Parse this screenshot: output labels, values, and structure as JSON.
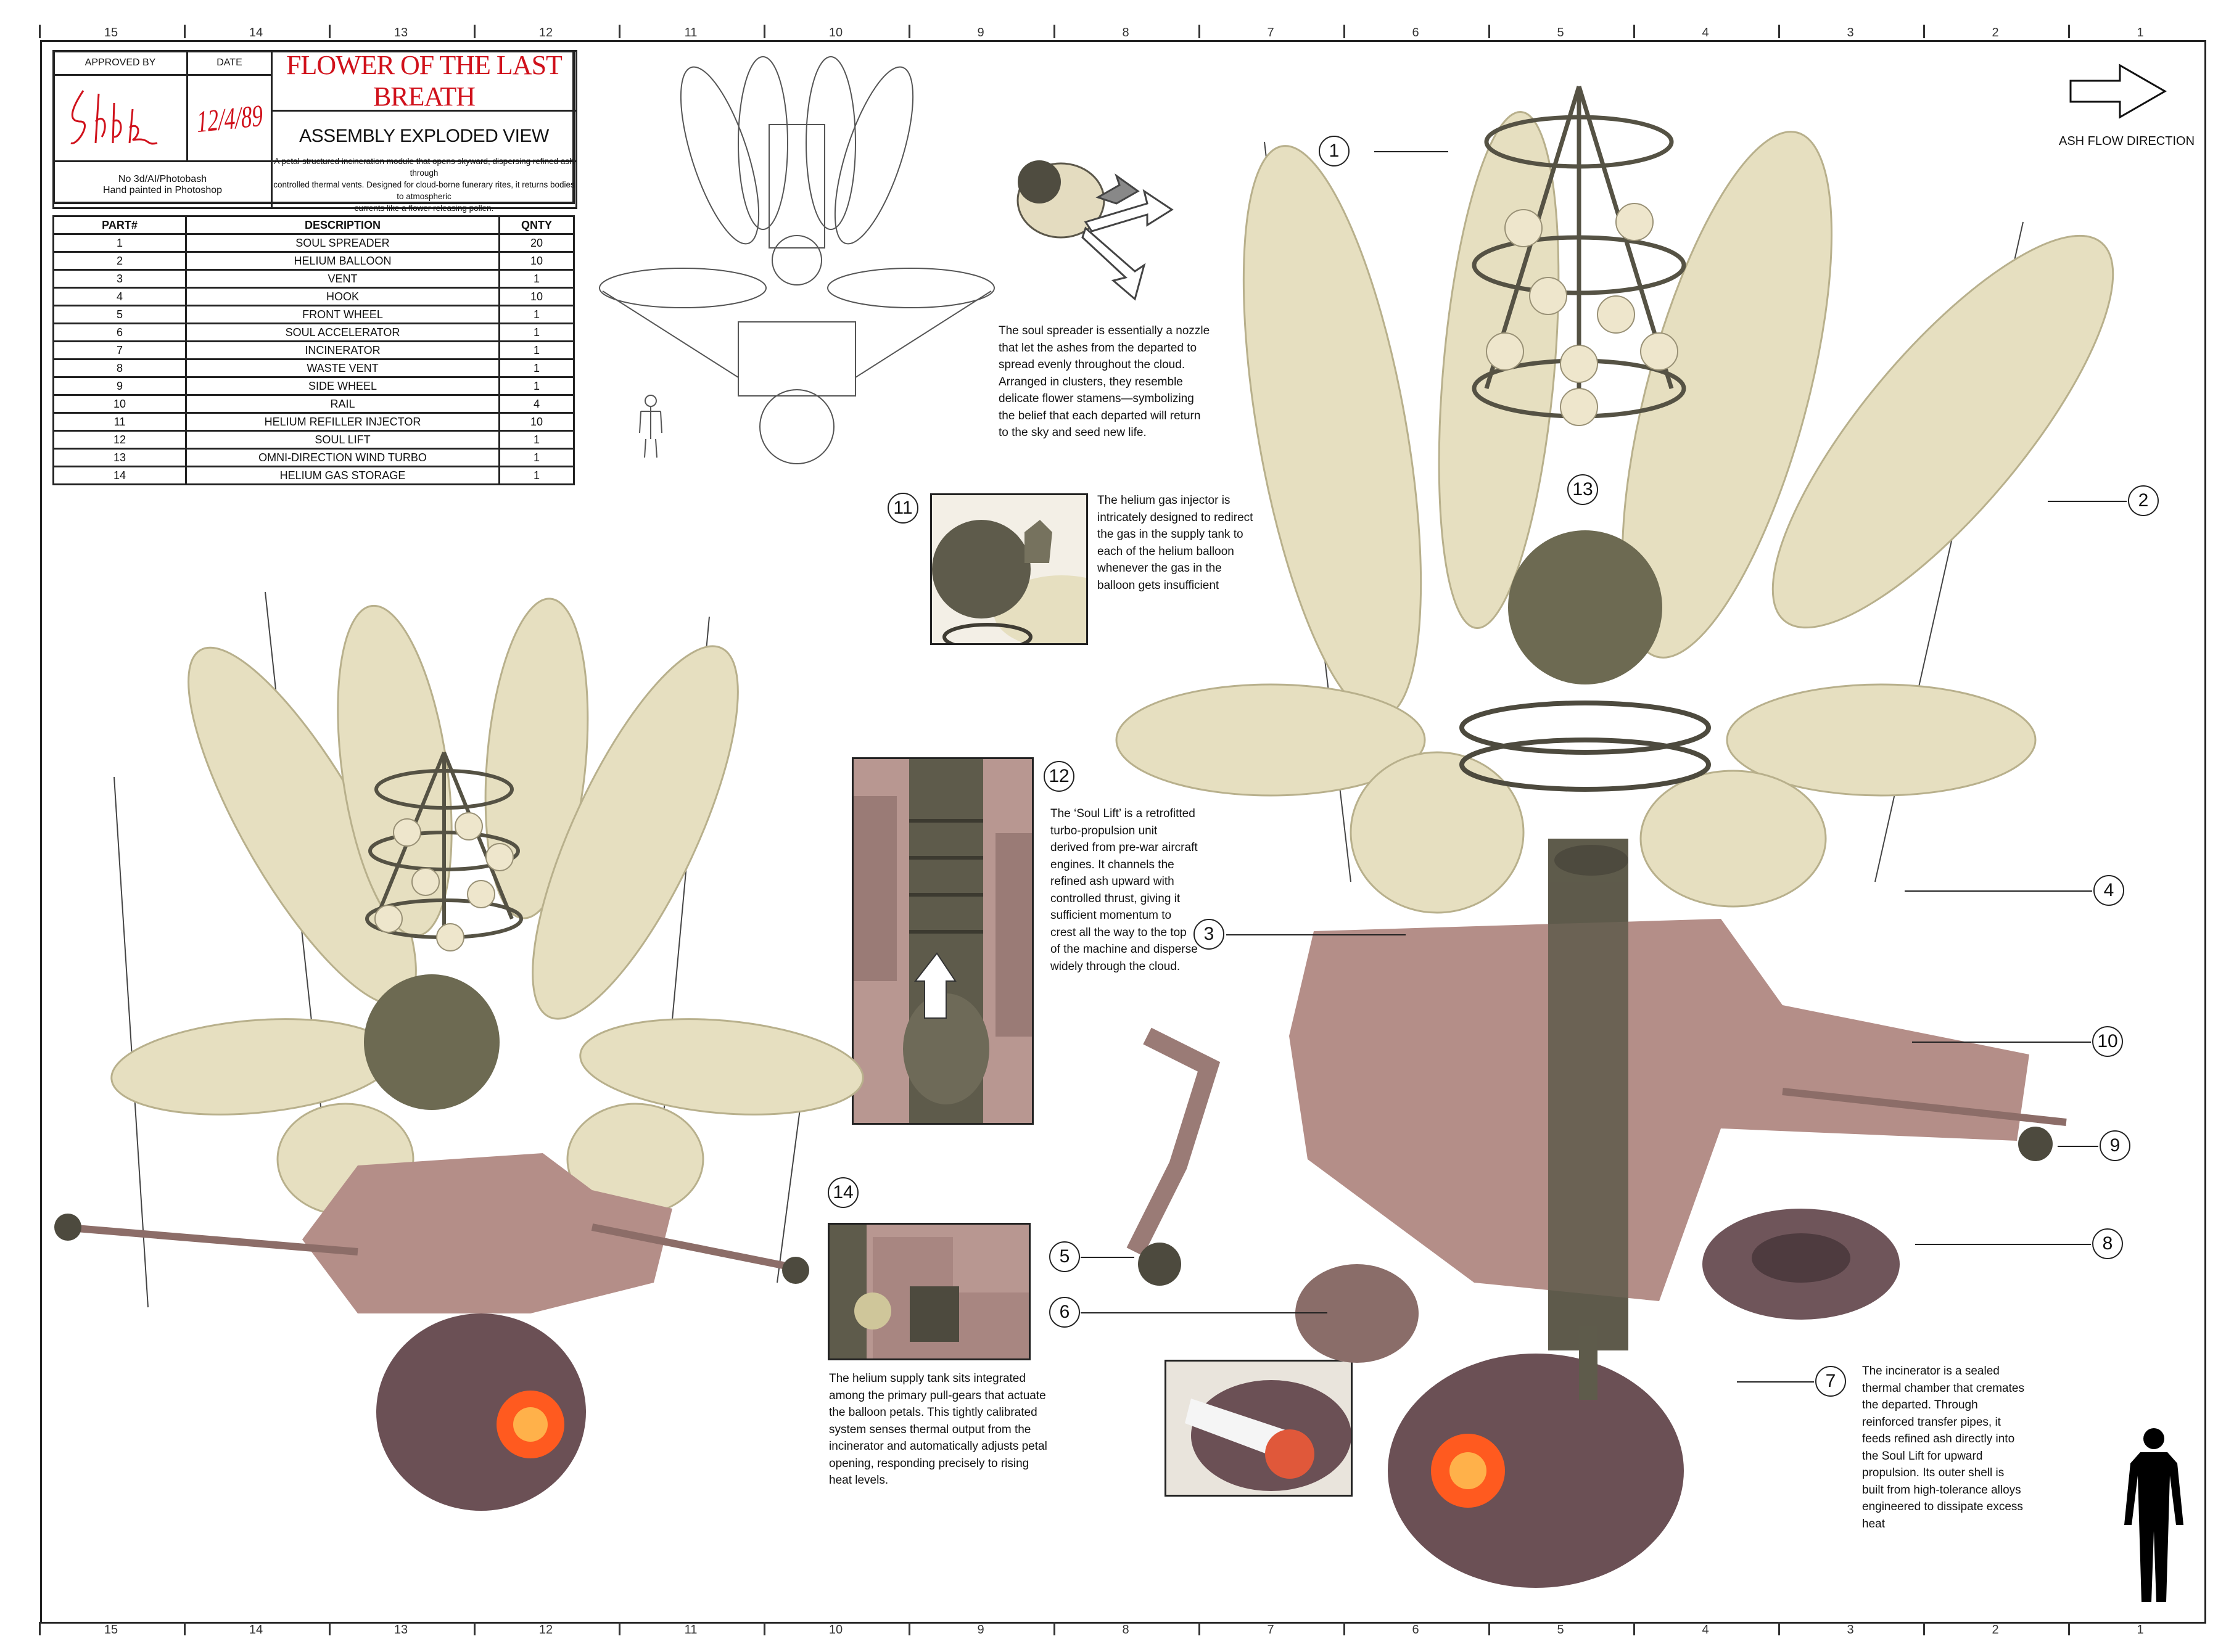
{
  "ruler": {
    "labels": [
      "15",
      "14",
      "13",
      "12",
      "11",
      "10",
      "9",
      "8",
      "7",
      "6",
      "5",
      "4",
      "3",
      "2",
      "1"
    ]
  },
  "title_block": {
    "approved_by_label": "APPROVED BY",
    "date_label": "DATE",
    "date_value": "12/4/89",
    "title": "FLOWER OF THE LAST BREATH",
    "subtitle": "ASSEMBLY EXPLODED VIEW",
    "credits": [
      "No 3d/AI/Photobash",
      "Hand painted in Photoshop"
    ],
    "description": [
      "A petal-structured incineration module that opens skyward, dispersing refined ash through",
      "controlled thermal vents. Designed for cloud-borne funerary rites, it returns bodies to atmospheric",
      "currents like a flower releasing pollen."
    ]
  },
  "parts_table": {
    "headers": [
      "PART#",
      "DESCRIPTION",
      "QNTY"
    ],
    "rows": [
      [
        "1",
        "SOUL SPREADER",
        "20"
      ],
      [
        "2",
        "HELIUM BALLOON",
        "10"
      ],
      [
        "3",
        "VENT",
        "1"
      ],
      [
        "4",
        "HOOK",
        "10"
      ],
      [
        "5",
        "FRONT WHEEL",
        "1"
      ],
      [
        "6",
        "SOUL ACCELERATOR",
        "1"
      ],
      [
        "7",
        "INCINERATOR",
        "1"
      ],
      [
        "8",
        "WASTE VENT",
        "1"
      ],
      [
        "9",
        "SIDE WHEEL",
        "1"
      ],
      [
        "10",
        "RAIL",
        "4"
      ],
      [
        "11",
        "HELIUM REFILLER INJECTOR",
        "10"
      ],
      [
        "12",
        "SOUL LIFT",
        "1"
      ],
      [
        "13",
        "OMNI-DIRECTION WIND TURBO",
        "1"
      ],
      [
        "14",
        "HELIUM GAS STORAGE",
        "1"
      ]
    ]
  },
  "ash_flow": {
    "label": "ASH FLOW DIRECTION"
  },
  "callouts": [
    "1",
    "2",
    "3",
    "4",
    "5",
    "6",
    "7",
    "8",
    "9",
    "10",
    "11",
    "12",
    "13",
    "14"
  ],
  "notes": {
    "soul_spreader": [
      "The soul spreader is essentially a nozzle",
      "that let the ashes from the departed to",
      "spread evenly throughout the cloud.",
      "Arranged in clusters, they resemble",
      "delicate flower stamens—symbolizing",
      "the belief that each departed will return",
      "to the sky and seed new life."
    ],
    "helium_injector": [
      "The helium gas injector is",
      "intricately designed to redirect",
      "the gas in the supply tank to",
      "each of the helium balloon",
      "whenever the gas in the",
      "balloon gets insufficient"
    ],
    "soul_lift": [
      "The ‘Soul Lift’ is a retrofitted",
      "turbo-propulsion unit",
      "derived from pre-war aircraft",
      "engines. It channels the",
      "refined ash upward with",
      "controlled thrust, giving it",
      "sufficient momentum to",
      "crest all the way to the top",
      "of the machine and disperse",
      "widely through the  cloud."
    ],
    "helium_supply": [
      "The helium supply tank sits integrated",
      "among the primary pull-gears that actuate",
      "the balloon petals. This tightly calibrated",
      "system senses thermal output from the",
      "incinerator and automatically adjusts petal",
      "opening, responding precisely to rising",
      "heat levels."
    ],
    "incinerator": [
      "The incinerator is a sealed",
      "thermal chamber that cremates",
      "the departed. Through",
      "reinforced transfer pipes, it",
      "feeds refined ash directly into",
      "the Soul Lift for upward",
      "propulsion. Its outer shell is",
      "built from high-tolerance alloys",
      "engineered to dissipate excess",
      "heat"
    ]
  },
  "colors": {
    "title_red": "#d0111b",
    "balloon": "#e6dfc0",
    "metal": "#6d6a52",
    "body_pink": "#b48e88",
    "incinerator": "#6b5055",
    "glow": "#ff5a1f"
  }
}
